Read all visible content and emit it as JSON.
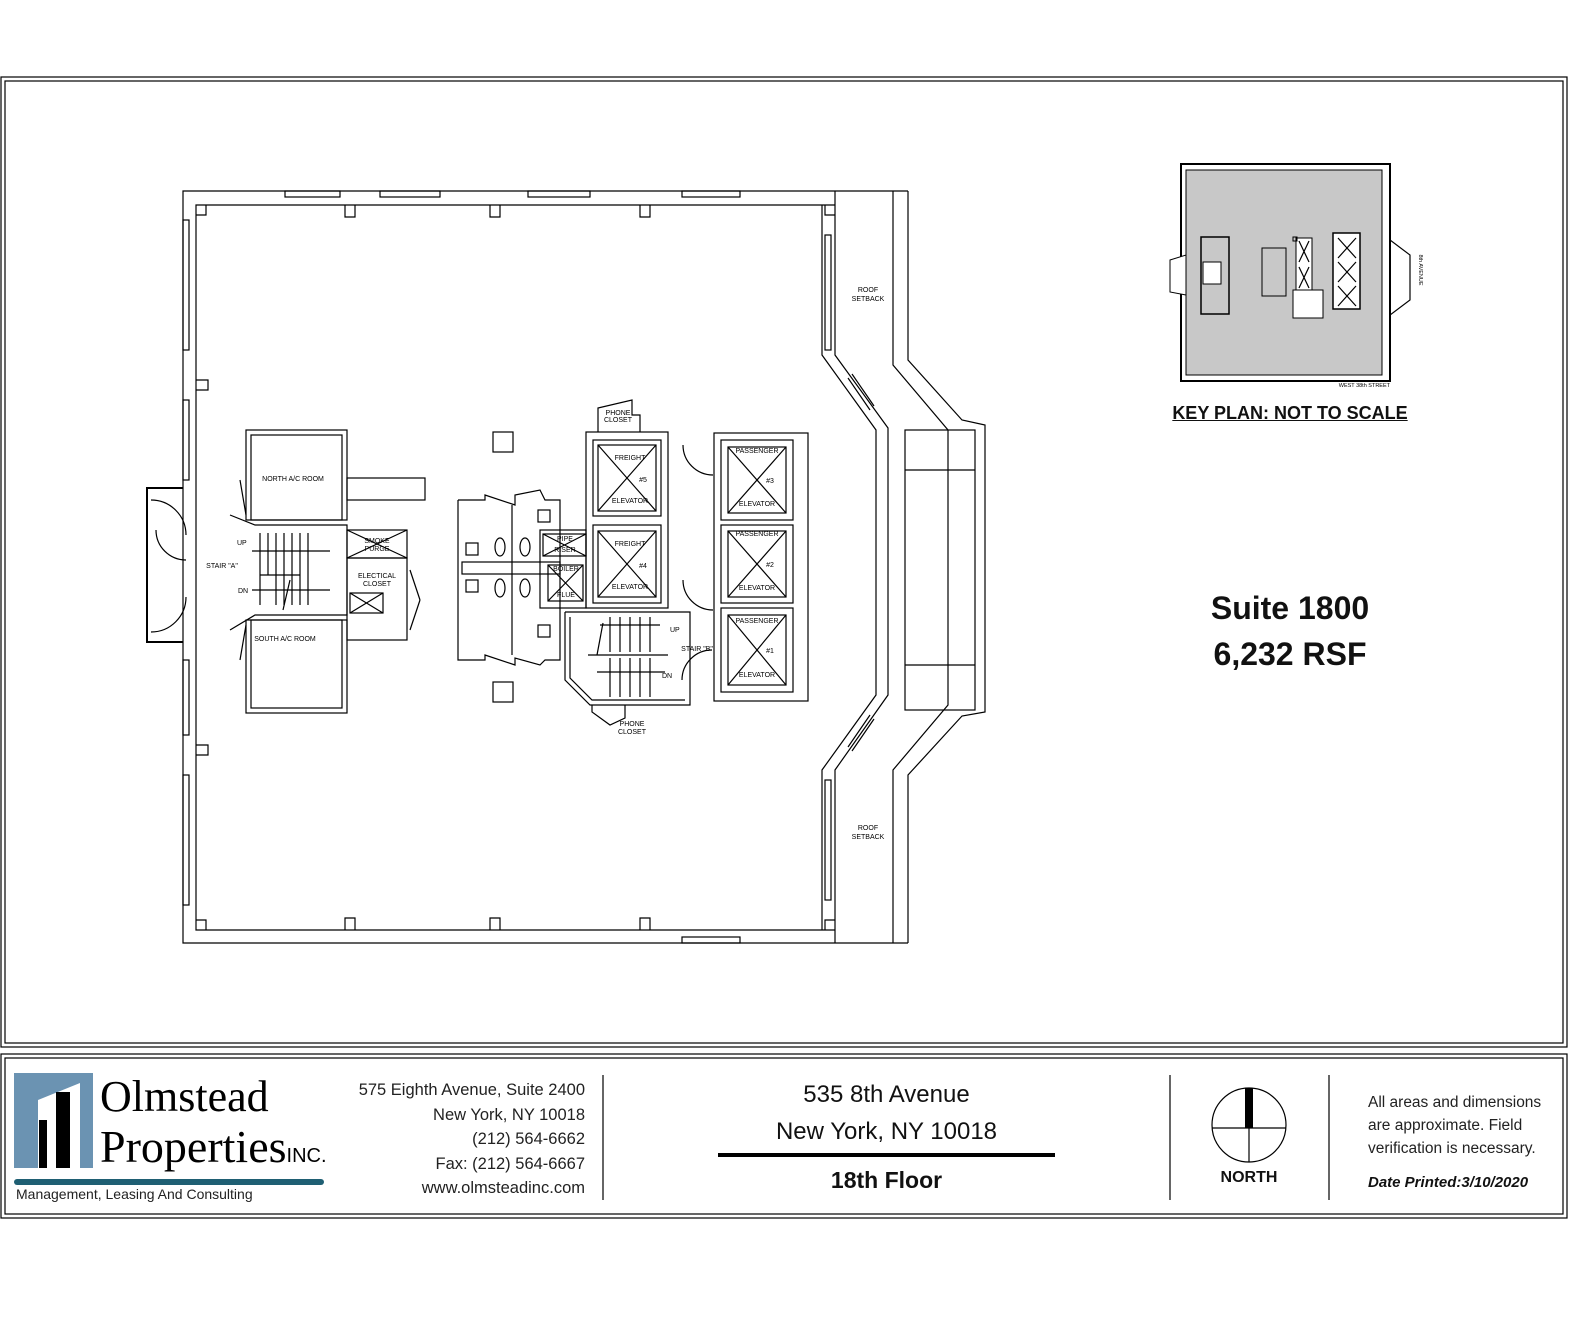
{
  "plan": {
    "rooms": {
      "north_ac": "NORTH A/C ROOM",
      "south_ac": "SOUTH A/C ROOM",
      "stair_a": "STAIR \"A\"",
      "up": "UP",
      "dn": "DN",
      "smoke_purge_1": "SMOKE",
      "smoke_purge_2": "PURGE",
      "elec_1": "ELECTICAL",
      "elec_2": "CLOSET",
      "phone_closet_1": "PHONE",
      "phone_closet_2": "CLOSET",
      "pipe_riser_1": "PIPE",
      "pipe_riser_2": "RISER",
      "boiler_1": "BOILER",
      "boiler_2": "FLUE",
      "freight": "FREIGHT",
      "elevator": "ELEVATOR",
      "passenger": "PASSENGER",
      "freight_5": "#5",
      "freight_4": "#4",
      "pass_3": "#3",
      "pass_2": "#2",
      "pass_1": "#1",
      "stair_b": "STAIR \"B\"",
      "roof_1": "ROOF",
      "roof_2": "SETBACK"
    },
    "key_plan": {
      "street": "WEST 38th STREET",
      "avenue": "8th AVENUE",
      "label": "KEY PLAN: NOT TO SCALE",
      "fill_color": "#c8c8c8"
    },
    "suite": "Suite 1800",
    "rsf": "6,232 RSF"
  },
  "footer": {
    "logo": {
      "line1": "Olmstead",
      "line2": "Properties",
      "suffix": "INC.",
      "tagline": "Management, Leasing And Consulting",
      "brand_color": "#6b93b2",
      "bar_color": "#1f5f73"
    },
    "company_address": [
      "575 Eighth Avenue, Suite 2400",
      "New York, NY 10018",
      "(212) 564-6662",
      "Fax: (212) 564-6667",
      "www.olmsteadinc.com"
    ],
    "building": {
      "line1": "535 8th Avenue",
      "line2": "New York, NY 10018",
      "floor": "18th Floor"
    },
    "north_label": "NORTH",
    "disclaimer": [
      "All areas and dimensions",
      "are approximate.  Field",
      "verification is necessary."
    ],
    "date_printed": "Date Printed:3/10/2020"
  }
}
